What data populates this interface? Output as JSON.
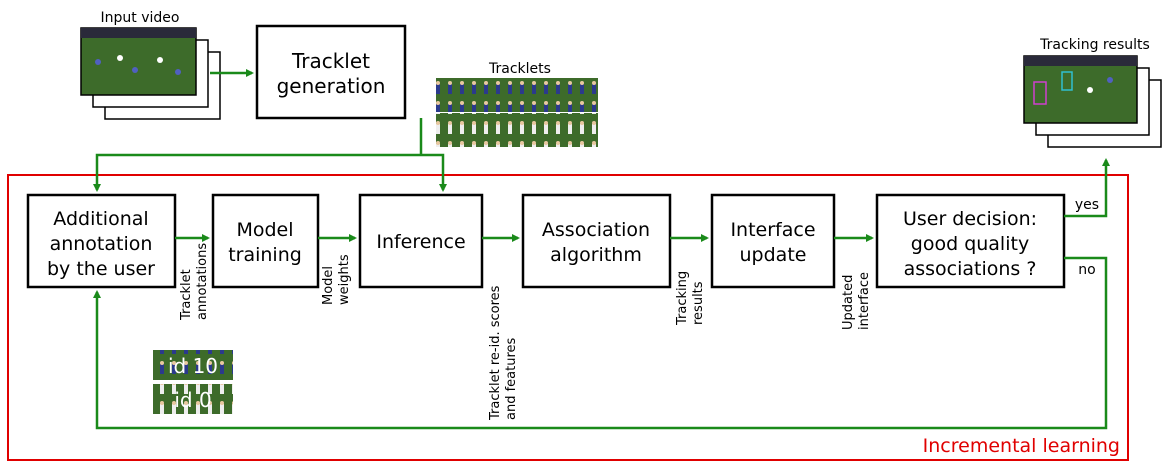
{
  "inputs": {
    "input_video": "Input video",
    "tracklets": "Tracklets",
    "tracking_results": "Tracking results"
  },
  "top_box": {
    "tracklet_generation": [
      "Tracklet",
      "generation"
    ]
  },
  "region": {
    "label": "Incremental learning",
    "color": "#e00000"
  },
  "boxes": {
    "additional_annotation": [
      "Additional",
      "annotation",
      "by the user"
    ],
    "model_training": [
      "Model",
      "training"
    ],
    "inference": [
      "Inference"
    ],
    "association": [
      "Association",
      "algorithm"
    ],
    "interface_update": [
      "Interface",
      "update"
    ],
    "user_decision": [
      "User decision:",
      "good quality",
      "associations ?"
    ]
  },
  "edges": {
    "tracklet_annotations": [
      "Tracklet",
      "annotations"
    ],
    "model_weights": [
      "Model",
      "weights"
    ],
    "reid_scores": [
      "Tracklet re-id. scores",
      "and features"
    ],
    "tracking_results": [
      "Tracking",
      "results"
    ],
    "updated_interface": [
      "Updated",
      "interface"
    ],
    "yes": "yes",
    "no": "no"
  },
  "annotation_examples": [
    "id 10",
    "id 0"
  ],
  "colors": {
    "flow": "#1a8a1a",
    "region": "#e00000",
    "grass": "#3d6b2a"
  }
}
